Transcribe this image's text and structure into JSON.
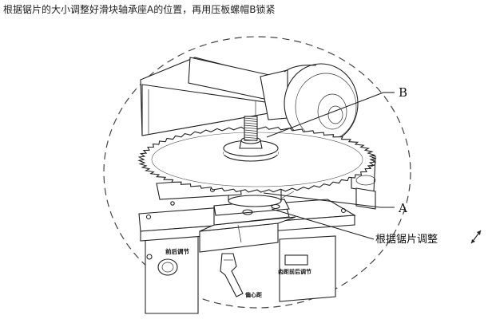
{
  "caption": "根据锯片的大小调整好滑块轴承座A的位置，再用压板螺帽B锁紧",
  "callouts": {
    "b": "B",
    "a": "A",
    "adjust": "根据锯片调整"
  },
  "machine_labels": {
    "front_back": "前后调节",
    "center": "偏心距",
    "gap": "齿距前后调节"
  },
  "icons": {
    "adjust_arrow": "double-arrow-icon"
  }
}
